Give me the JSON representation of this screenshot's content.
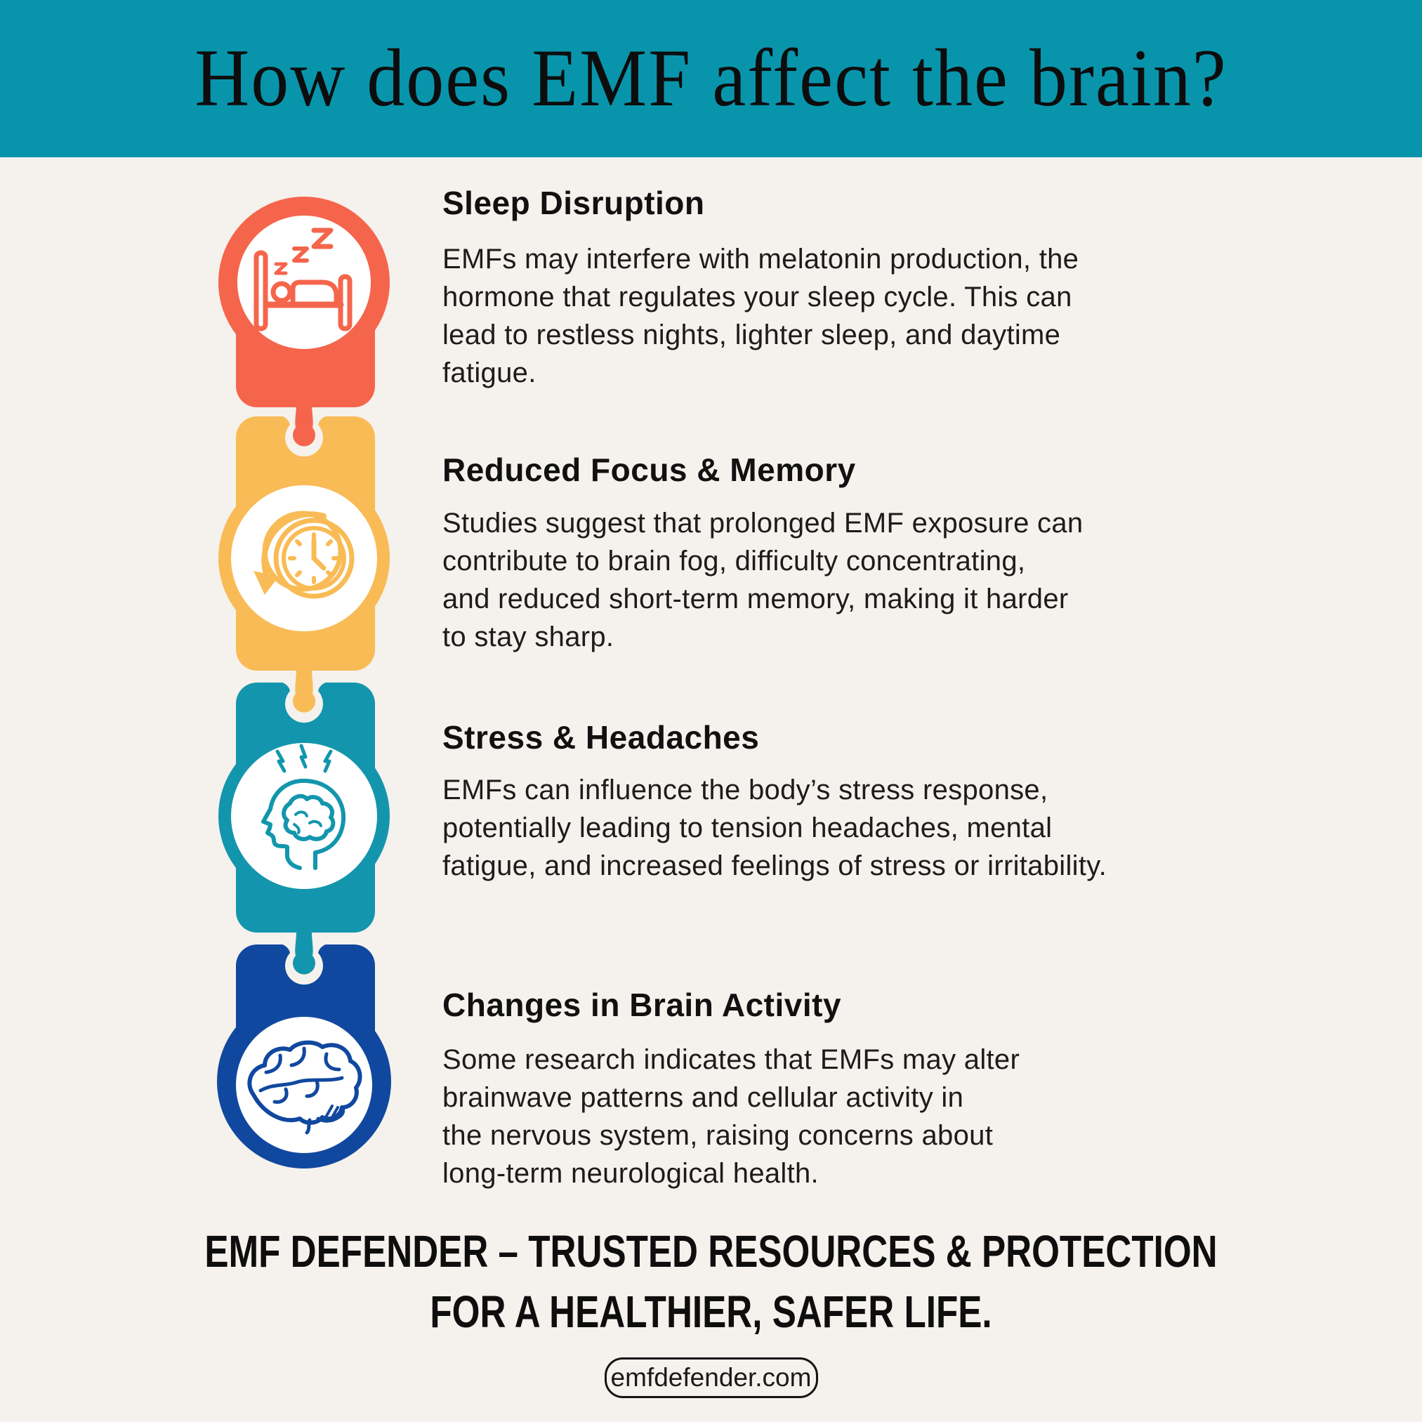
{
  "palette": {
    "background": "#f5f1ec",
    "white": "#ffffff",
    "ink": "#0e0e0e"
  },
  "header": {
    "title": "How does EMF affect the brain?",
    "background": "#0895ac"
  },
  "sections": [
    {
      "title": "Sleep Disruption",
      "body_lines": [
        "EMFs may interfere with melatonin production, the",
        "hormone that regulates your sleep cycle. This can",
        "lead to restless nights, lighter sleep, and daytime",
        "fatigue."
      ],
      "color": "#f5654c",
      "icon": "sleeping-bed-icon"
    },
    {
      "title": "Reduced Focus & Memory",
      "body_lines": [
        "Studies suggest that prolonged EMF exposure can",
        "contribute to brain fog, difficulty concentrating,",
        "and reduced short-term memory, making it harder",
        "to stay sharp."
      ],
      "color": "#f9bb55",
      "icon": "clock-history-icon"
    },
    {
      "title": "Stress & Headaches",
      "body_lines": [
        "EMFs can influence the body’s stress response,",
        "potentially leading to tension headaches, mental",
        "fatigue, and increased feelings of stress or irritability."
      ],
      "color": "#1396ad",
      "icon": "head-stress-icon"
    },
    {
      "title": "Changes in Brain Activity",
      "body_lines": [
        "Some research indicates that EMFs may alter",
        "brainwave patterns and cellular activity in",
        "the nervous system, raising concerns about",
        "long-term neurological health."
      ],
      "color": "#11489f",
      "icon": "brain-icon"
    }
  ],
  "footer": {
    "tagline_line1": "EMF DEFENDER – TRUSTED RESOURCES & PROTECTION",
    "tagline_line2": "FOR A HEALTHIER, SAFER LIFE.",
    "website": "emfdefender.com"
  }
}
